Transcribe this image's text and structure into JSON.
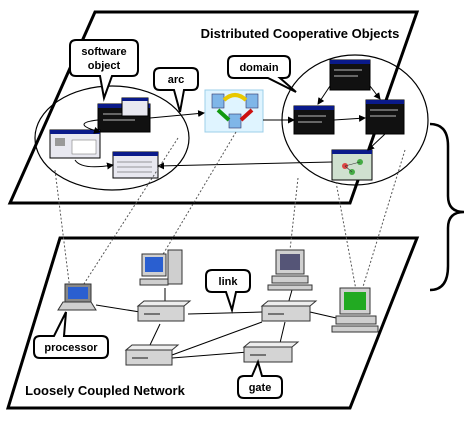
{
  "upper_plane": {
    "title": "Distributed Cooperative Objects",
    "labels": {
      "software_object_line1": "software",
      "software_object_line2": "object",
      "arc": "arc",
      "domain": "domain"
    }
  },
  "lower_plane": {
    "title": "Loosely Coupled Network",
    "labels": {
      "link": "link",
      "processor": "processor",
      "gate": "gate"
    }
  },
  "colors": {
    "screen_green": "#22aa22",
    "screen_blue": "#2a5fd0",
    "arc_red": "#cc1111",
    "arc_green": "#119911",
    "arc_yellow": "#e8c800",
    "titlebar": "#0a1a8a"
  }
}
